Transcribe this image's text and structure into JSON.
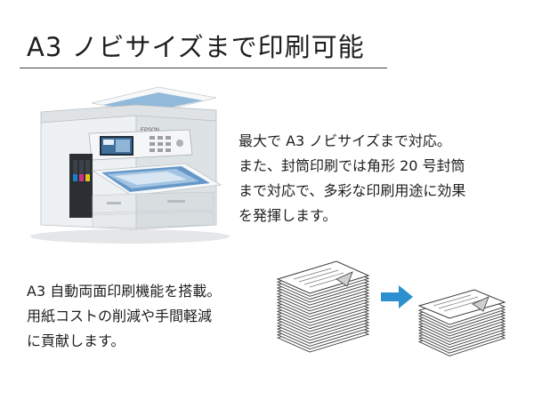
{
  "title": "A3 ノビサイズまで印刷可能",
  "printer": {
    "brand": "EPSON"
  },
  "feature_envelope": {
    "lines": [
      "最大で A3 ノビサイズまで対応。",
      "また、封筒印刷では角形 20 号封筒",
      "まで対応で、多彩な印刷用途に効果",
      "を発揮します。"
    ]
  },
  "feature_duplex": {
    "lines": [
      "A3 自動両面印刷機能を搭載。",
      "用紙コストの削減や手間軽減",
      "に貢献します。"
    ]
  },
  "colors": {
    "text": "#1e1e1e",
    "arrow": "#2b8fd0",
    "printer_body": "#eef1f3",
    "printer_dark": "#2b2f33"
  },
  "icons": {
    "duplex_before": "paper-stack-icon",
    "duplex_arrow": "arrow-right-icon",
    "duplex_after": "paper-stack-icon"
  }
}
